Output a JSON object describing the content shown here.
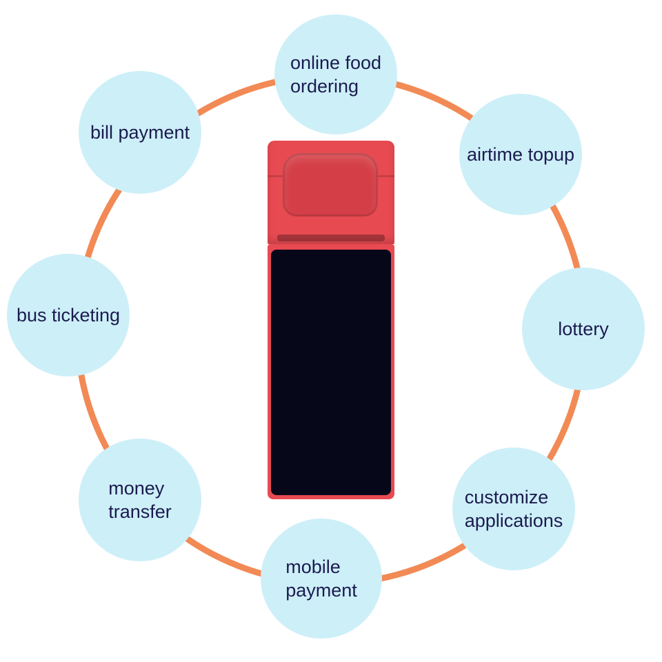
{
  "colors": {
    "ring": "#F28A55",
    "bubble_fill": "#CDEFF8",
    "label_text": "#1B1B4F",
    "device_red": "#E84A52",
    "device_red_dark": "#D43E46",
    "screen": "#07071A"
  },
  "center_device": {
    "icon": "pos-terminal-icon"
  },
  "features": [
    {
      "id": "online-food-ordering",
      "label": "online food\nordering"
    },
    {
      "id": "airtime-topup",
      "label": "airtime topup"
    },
    {
      "id": "lottery",
      "label": "lottery"
    },
    {
      "id": "customize-applications",
      "label": "customize\napplications"
    },
    {
      "id": "mobile-payment",
      "label": "mobile\npayment"
    },
    {
      "id": "money-transfer",
      "label": "money\ntransfer"
    },
    {
      "id": "bus-ticketing",
      "label": "bus ticketing"
    },
    {
      "id": "bill-payment",
      "label": "bill payment"
    }
  ]
}
